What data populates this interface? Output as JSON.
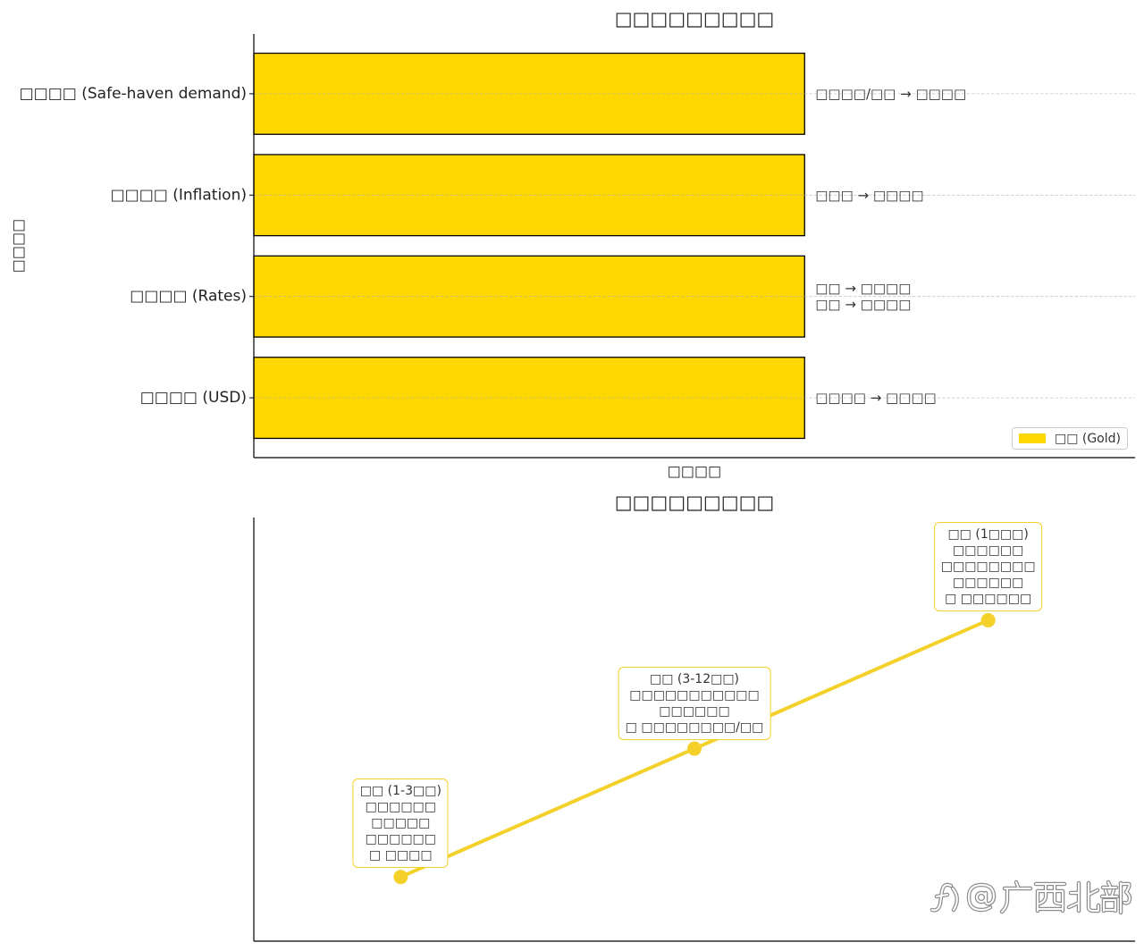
{
  "watermark": {
    "text": "@广西北部"
  },
  "chart_data": [
    {
      "type": "bar",
      "orientation": "horizontal",
      "title": "□□□□□□□□□",
      "xlabel": "□□□□",
      "ylabel": "□□□□",
      "categories": [
        "□□□□ (Safe-haven demand)",
        "□□□□ (Inflation)",
        "□□□□ (Rates)",
        "□□□□ (USD)"
      ],
      "series": [
        {
          "name": "□□ (Gold)",
          "values": [
            1,
            1,
            1,
            1
          ],
          "color": "#FFD700",
          "edgecolor": "#000000"
        }
      ],
      "annotations": [
        [
          "□□□□/□□ → □□□□"
        ],
        [
          "□□□ → □□□□"
        ],
        [
          "□□ → □□□□",
          "□□ → □□□□"
        ],
        [
          "□□□□ → □□□□"
        ]
      ],
      "xlim": [
        0,
        1.6
      ],
      "xticks_visible": false,
      "grid": {
        "y": true,
        "x": false,
        "linestyle": "dashed"
      },
      "legend": "lower right"
    },
    {
      "type": "line",
      "title": "□□□□□□□□□",
      "x": [
        1,
        2,
        3
      ],
      "y": [
        1,
        2,
        3
      ],
      "xlim": [
        0.5,
        3.5
      ],
      "ylim": [
        0.5,
        3.8
      ],
      "color": "#F4D12A",
      "marker": "circle",
      "annotations": [
        [
          "□□ (1-3□□)",
          "□□□□□□",
          "□□□□□",
          "□□□□□□",
          "□ □□□□"
        ],
        [
          "□□ (3-12□□)",
          "□□□□□□□□□□□",
          "□□□□□□",
          "□ □□□□□□□□/□□"
        ],
        [
          "□□ (1□□□)",
          "□□□□□□",
          "□□□□□□□□",
          "□□□□□□",
          "□ □□□□□□"
        ]
      ],
      "ticks_visible": false,
      "grid": false
    }
  ]
}
